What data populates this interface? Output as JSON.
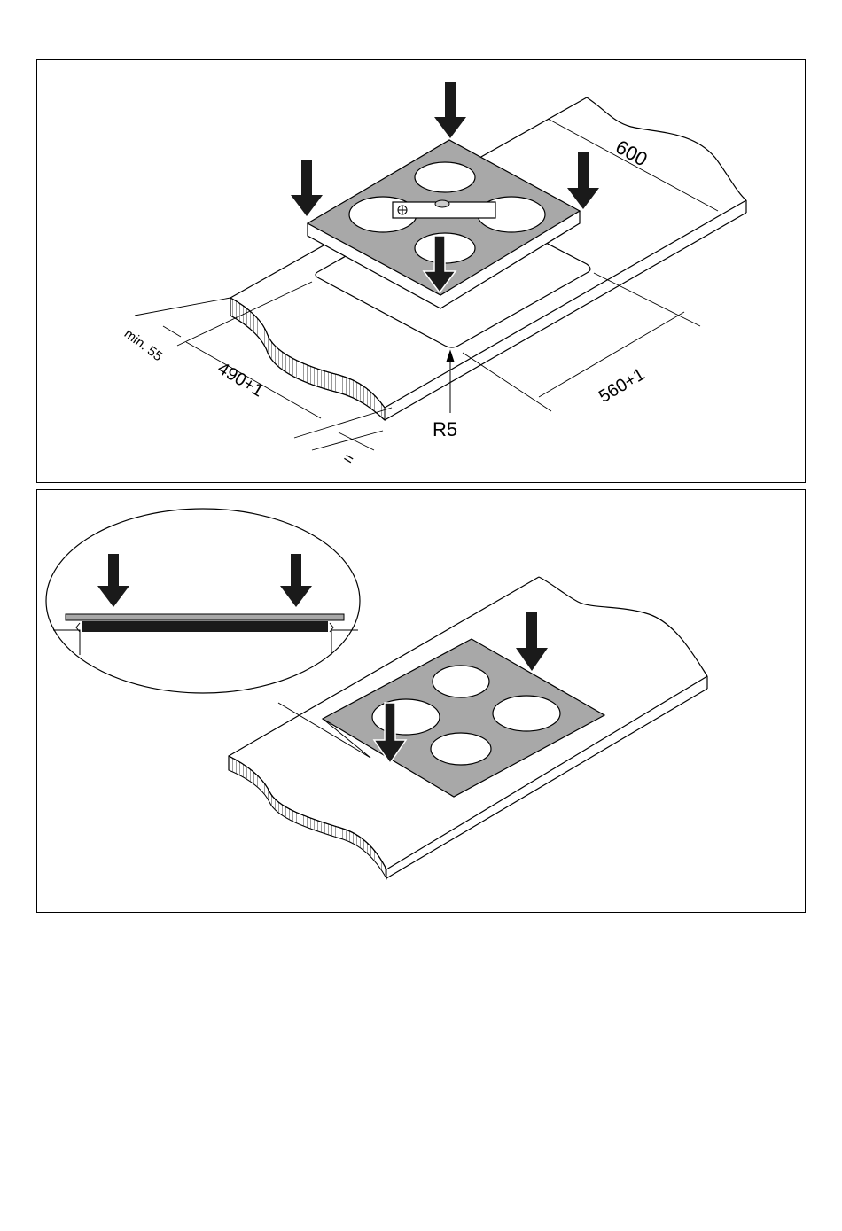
{
  "figure_top": {
    "dimensions": {
      "width_label": "600",
      "cutout_width_label": "560+1",
      "cutout_depth_label": "490+1",
      "min_distance_label": "min. 55",
      "equal_label": "=",
      "radius_label": "R5"
    }
  },
  "figure_bottom": {},
  "colors": {
    "hob_glass": "#a8a8a8",
    "line": "#000000",
    "arrow": "#1a1a1a"
  }
}
